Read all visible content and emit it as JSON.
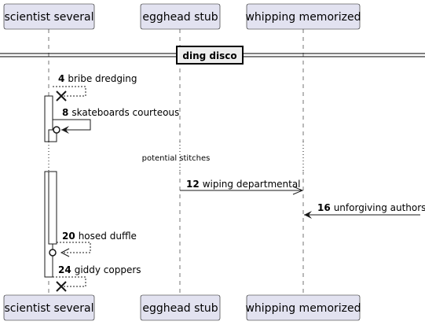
{
  "participants": [
    {
      "id": "p1",
      "label": "scientist several"
    },
    {
      "id": "p2",
      "label": "egghead stub"
    },
    {
      "id": "p3",
      "label": "whipping memorized"
    }
  ],
  "divider": {
    "label": "ding disco"
  },
  "delay": {
    "label": "potential stitches"
  },
  "messages": [
    {
      "num": "4",
      "text": "bribe dredging",
      "type": "self",
      "line": "dashed",
      "end": "destroy"
    },
    {
      "num": "8",
      "text": "skateboards courteous",
      "type": "self",
      "line": "solid",
      "end": "lost-circle"
    },
    {
      "num": "12",
      "text": "wiping departmental",
      "type": "p2-to-p3",
      "line": "solid",
      "end": "open-arrow"
    },
    {
      "num": "16",
      "text": "unforgiving authors",
      "type": "found-to-p3",
      "line": "solid",
      "end": "filled-arrow"
    },
    {
      "num": "20",
      "text": "hosed duffle",
      "type": "self",
      "line": "dashed",
      "end": "lost-circle"
    },
    {
      "num": "24",
      "text": "giddy coppers",
      "type": "self",
      "line": "dashed",
      "end": "destroy"
    }
  ]
}
